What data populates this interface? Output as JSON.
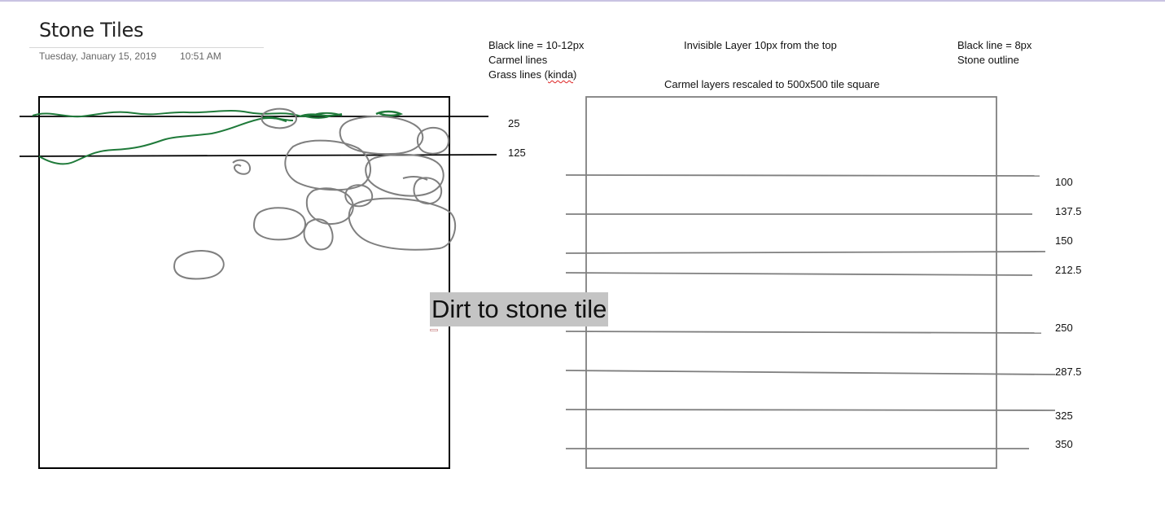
{
  "page": {
    "title": "Stone Tiles",
    "date": "Tuesday, January 15, 2019",
    "time": "10:51 AM"
  },
  "notes": {
    "left": {
      "line1": "Black line = 10-12px",
      "line2": "Carmel lines",
      "line3_prefix": "Grass lines (",
      "line3_word": "kinda",
      "line3_suffix": ")"
    },
    "middle": "Invisible Layer 10px from the top",
    "right": {
      "line1": "Black line = 8px",
      "line2": "Stone outline"
    },
    "rescale": "Carmel layers rescaled to 500x500 tile square"
  },
  "left_drawing": {
    "line_labels": [
      "25",
      "125"
    ]
  },
  "right_drawing": {
    "line_labels": [
      "100",
      "137.5",
      "150",
      "212.5",
      "250",
      "287.5",
      "325",
      "350"
    ]
  },
  "highlighted_text": "Dirt to stone tile",
  "colors": {
    "ink_black": "#000000",
    "ink_gray": "#7f7f7f",
    "ink_green": "#1f7a3a",
    "highlight": "#c4c4c4"
  }
}
